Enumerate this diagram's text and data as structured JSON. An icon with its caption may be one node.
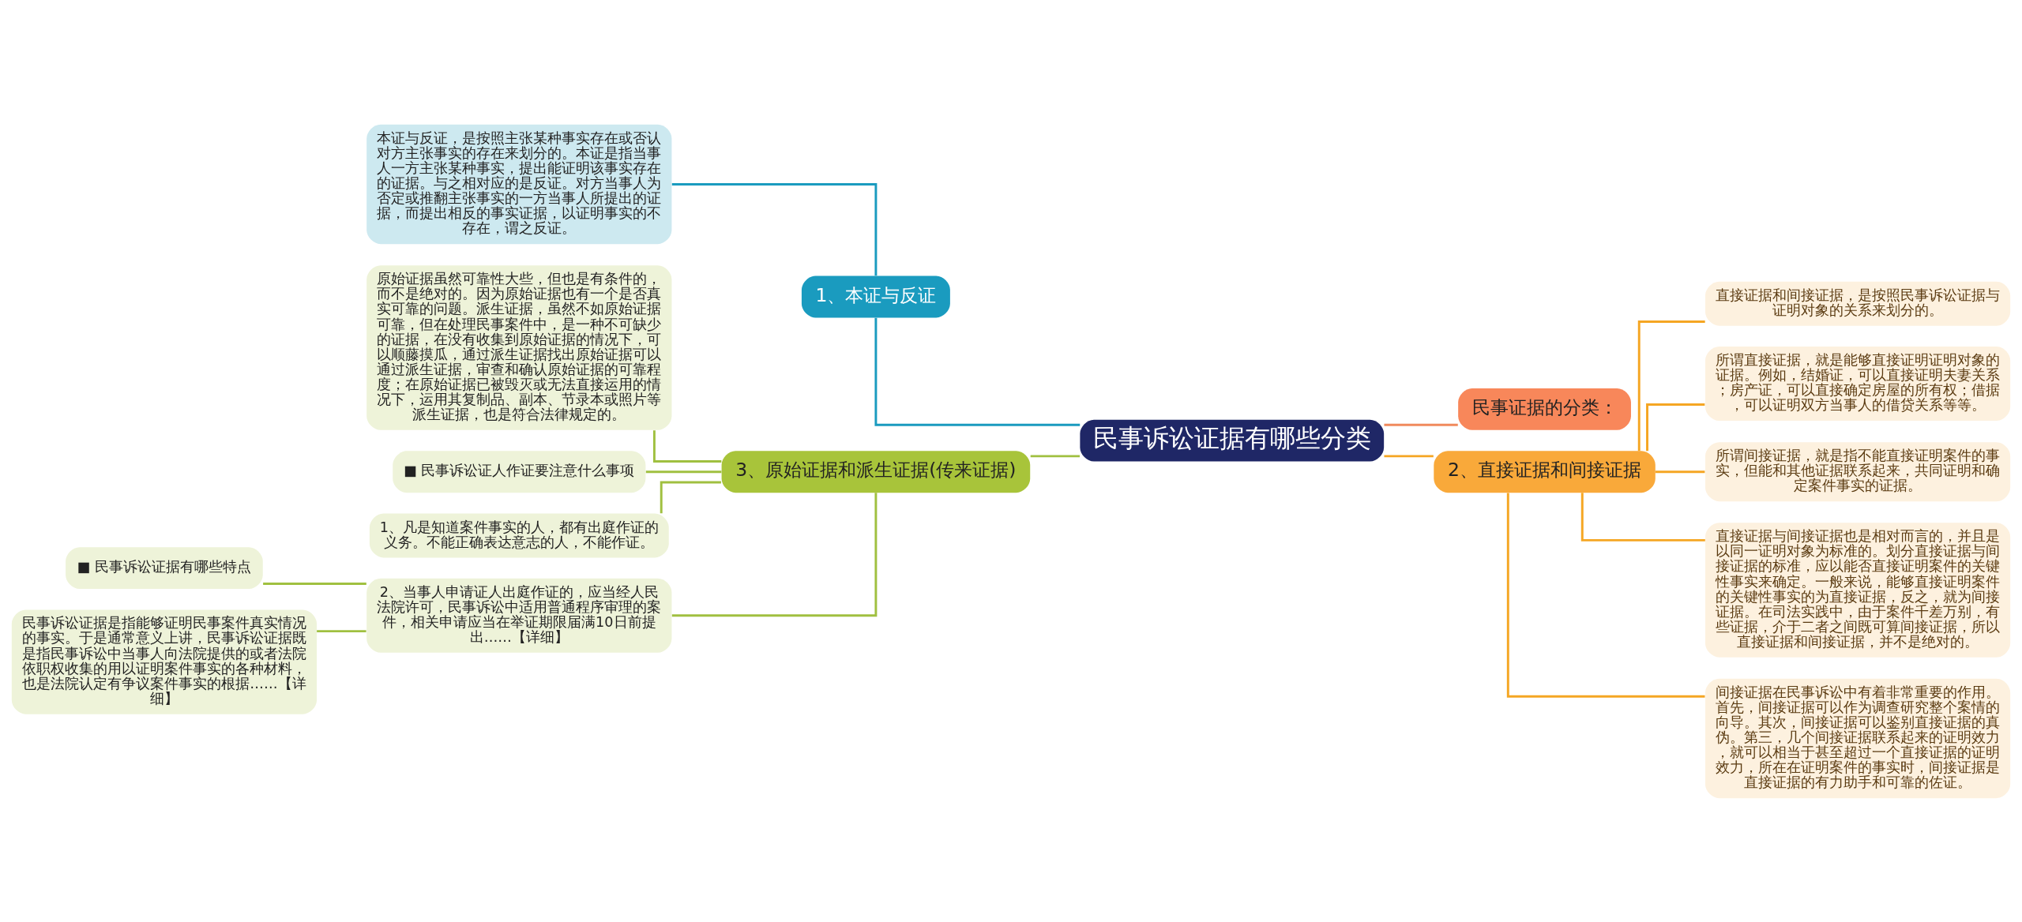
{
  "diagram": {
    "nodes": [
      {
        "text": [
          "民事诉讼证据有哪些分类"
        ]
      },
      {
        "text": [
          "1、本证与反证"
        ]
      },
      {
        "text": [
          "本证与反证，是按照主张某种事实存在或否认对方主张事实的存在来划分的。本证是指当事人一方主张某种事实，提出能证明该事实存在的证据。与之相对应的是反证。对方当事人为否定或推翻主张事实的一方当事人所提出的证据，而提出相反的事实证据，以证明事实的不存在，谓之反证。"
        ]
      },
      {
        "text": [
          "3、原始证据和派生证据(传来证据)"
        ]
      },
      {
        "text": [
          "原始证据虽然可靠性大些，但也是有条件的，而不是绝对的。因为原始证据也有一个是否真实可靠的问题。派生证据，虽然不如原始证据可靠，但在处理民事案件中，是一种不可缺少的证据，在没有收集到原始证据的情况下，可以顺藤摸瓜，通过派生证据找出原始证据可以通过派生证据，审查和确认原始证据的可靠程度；在原始证据已被毁灭或无法直接运用的情况下，运用其复制品、副本、节录本或照片等派生证据，也是符合法律规定的。"
        ]
      },
      {
        "text": [
          "■ 民事诉讼证人作证要注意什么事项"
        ]
      },
      {
        "text": [
          "1、凡是知道案件事实的人，都有出庭作证的义务。不能正确表达意志的人，不能作证。"
        ]
      },
      {
        "text": [
          "2、当事人申请证人出庭作证的，应当经人民法院许可，民事诉讼中适用普通程序审理的案件，相关申请应当在举证期限届满10日前提出……【详细】"
        ]
      },
      {
        "text": [
          "■ 民事诉讼证据有哪些特点"
        ]
      },
      {
        "text": [
          "民事诉讼证据是指能够证明民事案件真实情况的事实。于是通常意义上讲，民事诉讼证据既是指民事诉讼中当事人向法院提供的或者法院依职权收集的用以证明案件事实的各种材料，也是法院认定有争议案件事实的根据……【详细】"
        ]
      },
      {
        "text": [
          "民事证据的分类："
        ]
      },
      {
        "text": [
          "2、直接证据和间接证据"
        ]
      },
      {
        "text": [
          "直接证据和间接证据，是按照民事诉讼证据与证明对象的关系来划分的。"
        ]
      },
      {
        "text": [
          "所谓直接证据，就是能够直接证明证明对象的证据。例如，结婚证，可以直接证明夫妻关系；房产证，可以直接确定房屋的所有权；借据，可以证明双方当事人的借贷关系等等。"
        ]
      },
      {
        "text": [
          "所谓间接证据，就是指不能直接证明案件的事实，但能和其他证据联系起来，共同证明和确定案件事实的证据。"
        ]
      },
      {
        "text": [
          "直接证据与间接证据也是相对而言的，并且是以同一证明对象为标准的。划分直接证据与间接证据的标准，应以能否直接证明案件的关键性事实来确定。一般来说，能够直接证明案件的关键性事实的为直接证据，反之，就为间接证据。在司法实践中，由于案件千差万别，有些证据，介于二者之间既可算间接证据，所以直接证据和间接证据，并不是绝对的。"
        ]
      },
      {
        "text": [
          "间接证据在民事诉讼中有着非常重要的作用。首先，间接证据可以作为调查研究整个案情的向导。其次，间接证据可以鉴别直接证据的真伪。第三，几个间接证据联系起来的证明效力，就可以相当于甚至超过一个直接证据的证明效力，所在在证明案件的事实时，间接证据是直接证据的有力助手和可靠的佐证。"
        ]
      }
    ],
    "edges": [
      {
        "from": 0,
        "to": 1,
        "arrow": "none",
        "color": "#1a9bbf"
      },
      {
        "from": 1,
        "to": 2,
        "arrow": "none",
        "color": "#1a9bbf"
      },
      {
        "from": 0,
        "to": 3,
        "arrow": "none"
      },
      {
        "from": 3,
        "to": 4,
        "arrow": "none"
      },
      {
        "from": 3,
        "to": 5,
        "arrow": "none"
      },
      {
        "from": 3,
        "to": 6,
        "arrow": "none"
      },
      {
        "from": 3,
        "to": 7,
        "arrow": "none"
      },
      {
        "from": 7,
        "to": 8,
        "arrow": "none"
      },
      {
        "from": 7,
        "to": 9,
        "arrow": "none"
      },
      {
        "from": 0,
        "to": 10,
        "arrow": "none",
        "color": "#f08a5d"
      },
      {
        "from": 0,
        "to": 11,
        "arrow": "none",
        "color": "#f5a623"
      },
      {
        "from": 11,
        "to": 12,
        "arrow": "none",
        "color": "#f5a623"
      },
      {
        "from": 11,
        "to": 13,
        "arrow": "none",
        "color": "#f5a623"
      },
      {
        "from": 11,
        "to": 14,
        "arrow": "none",
        "color": "#f5a623"
      },
      {
        "from": 11,
        "to": 15,
        "arrow": "none",
        "color": "#f5a623"
      },
      {
        "from": 11,
        "to": 16,
        "arrow": "none",
        "color": "#f5a623"
      }
    ]
  }
}
